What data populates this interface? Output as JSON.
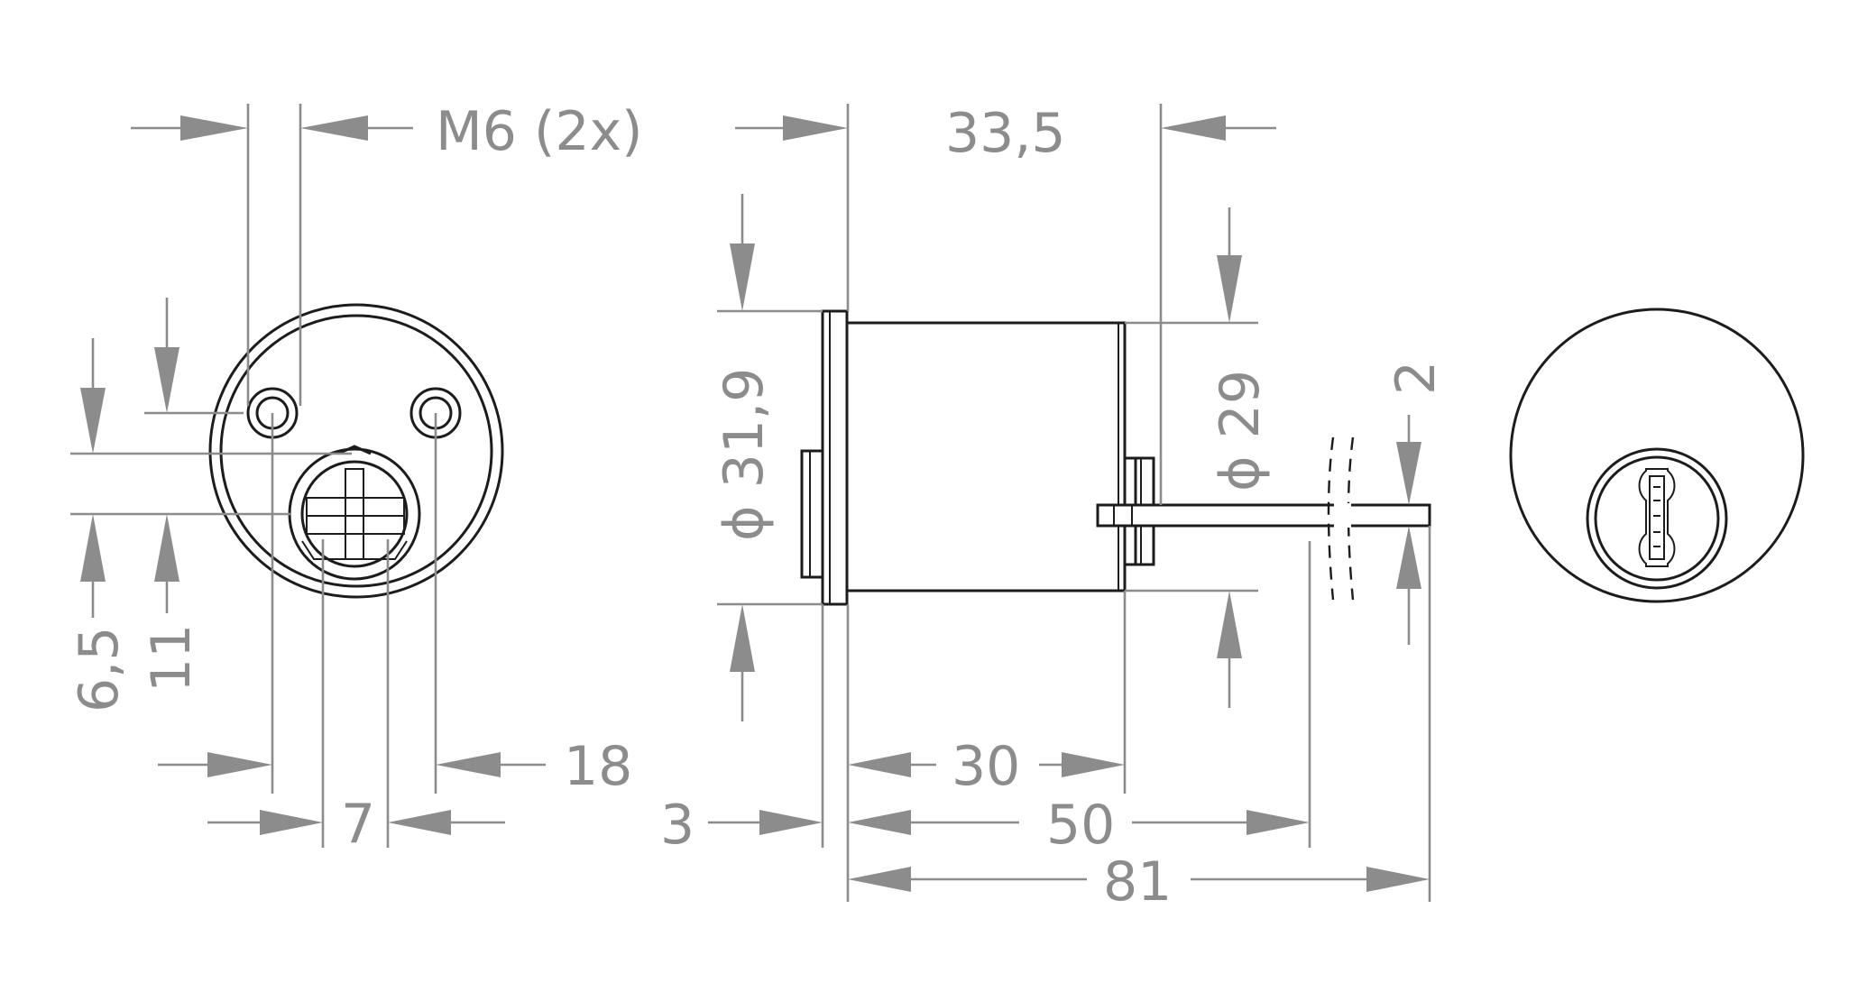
{
  "colors": {
    "line": "#1c1c1c",
    "dimension": "#8c8c8c",
    "background": "#ffffff"
  },
  "labels": {
    "m6": "M6 (2x)",
    "d33_5": "33,5",
    "phi31_9": "ϕ 31,9",
    "phi29": "ϕ 29",
    "d2": "2",
    "d6_5": "6,5",
    "d11": "11",
    "d18": "18",
    "d7": "7",
    "d3": "3",
    "d30": "30",
    "d50": "50",
    "d81": "81"
  }
}
